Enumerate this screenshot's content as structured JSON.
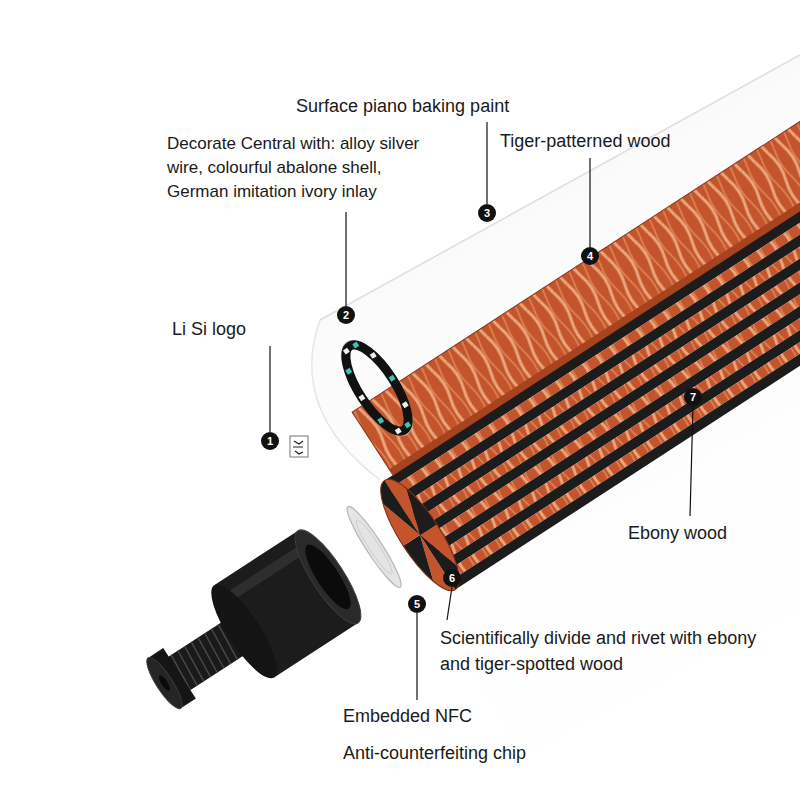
{
  "diagram": {
    "labels": [
      "Surface piano baking paint",
      "Decorate Central with: alloy silver wire, colourful abalone shell, German imitation ivory inlay",
      "3",
      "Tiger-patterned wood",
      "4",
      "Li Si logo",
      "2",
      "1",
      "7",
      "Ebony wood",
      "6",
      "5",
      "Scientifically divide and rivet with ebony and tiger-spotted wood",
      "Embedded NFC",
      "Anti-counterfeiting chip"
    ]
  }
}
